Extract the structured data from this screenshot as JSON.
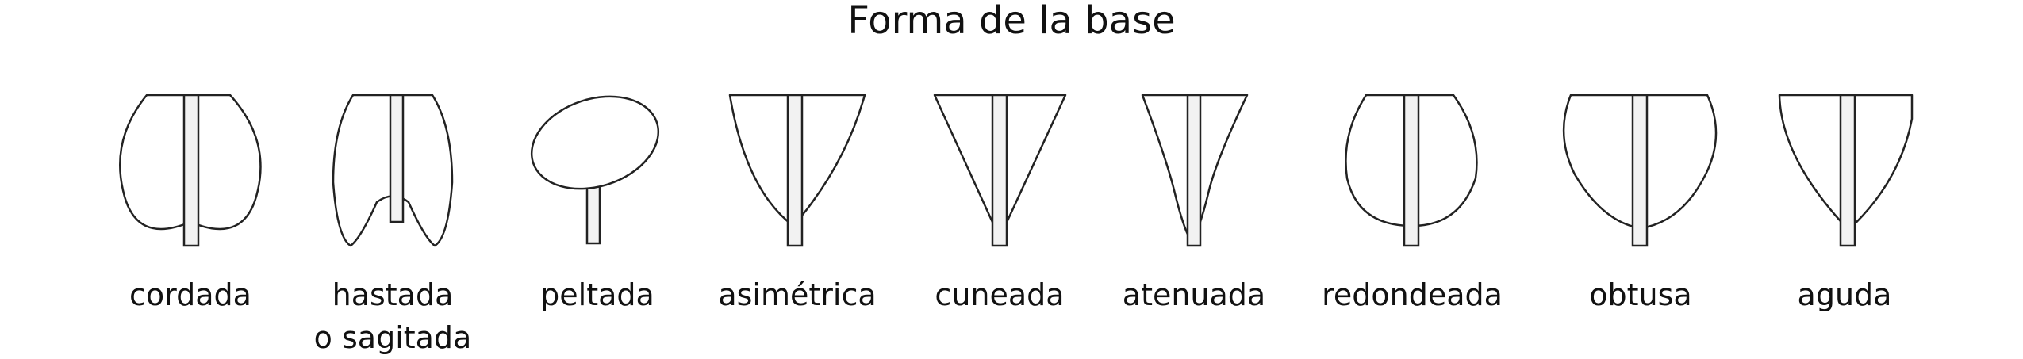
{
  "title": "Forma de la base",
  "shapes": [
    {
      "icon": "cordate-leaf-base-icon",
      "label_lines": [
        "cordada"
      ]
    },
    {
      "icon": "hastate-leaf-base-icon",
      "label_lines": [
        "hastada",
        "o sagitada"
      ]
    },
    {
      "icon": "peltate-leaf-base-icon",
      "label_lines": [
        "peltada"
      ]
    },
    {
      "icon": "asymmetric-leaf-base-icon",
      "label_lines": [
        "asimétrica"
      ]
    },
    {
      "icon": "cuneate-leaf-base-icon",
      "label_lines": [
        "cuneada"
      ]
    },
    {
      "icon": "attenuate-leaf-base-icon",
      "label_lines": [
        "atenuada"
      ]
    },
    {
      "icon": "rounded-leaf-base-icon",
      "label_lines": [
        "redondeada"
      ]
    },
    {
      "icon": "obtuse-leaf-base-icon",
      "label_lines": [
        "obtusa"
      ]
    },
    {
      "icon": "acute-leaf-base-icon",
      "label_lines": [
        "aguda"
      ]
    }
  ]
}
